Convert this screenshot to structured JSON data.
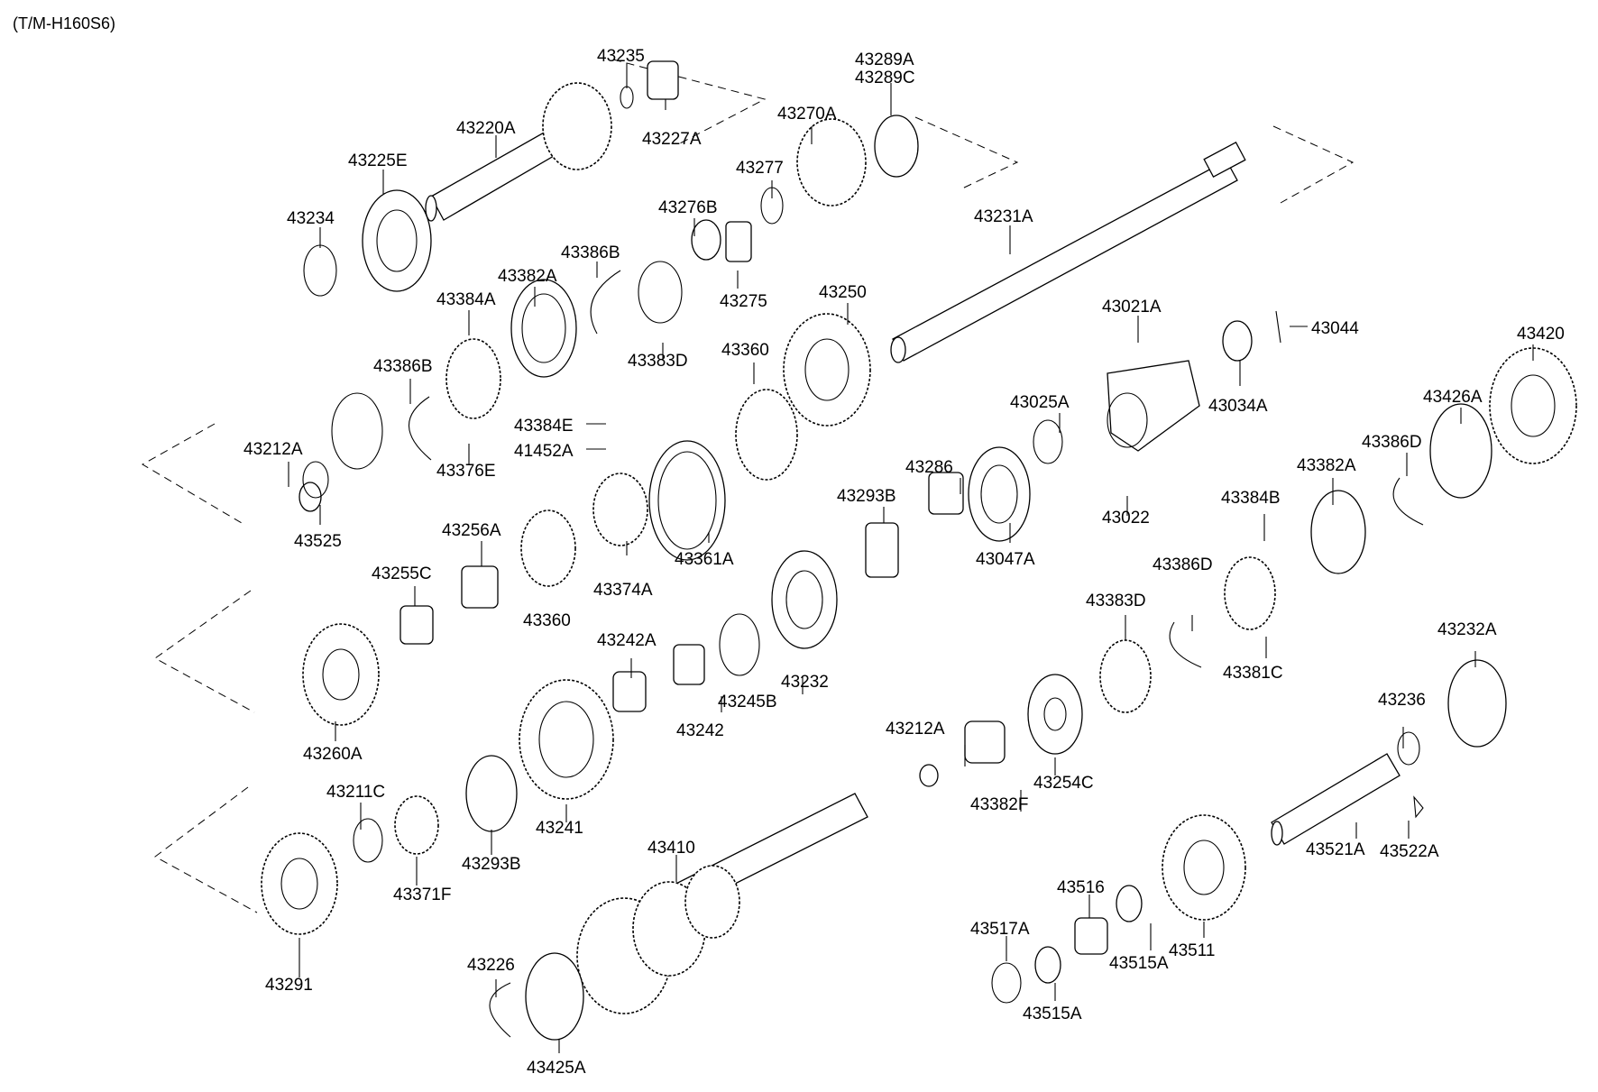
{
  "title": "(T/M-H160S6)",
  "parts": [
    "43235",
    "43289A",
    "43289C",
    "43227A",
    "43220A",
    "43270A",
    "43225E",
    "43277",
    "43276B",
    "43234",
    "43231A",
    "43386B",
    "43382A",
    "43275",
    "43384A",
    "43250",
    "43021A",
    "43044",
    "43383D",
    "43386B",
    "43360",
    "43420",
    "43034A",
    "43025A",
    "43426A",
    "43384E",
    "43212A",
    "43376E",
    "41452A",
    "43386D",
    "43286",
    "43382A",
    "43293B",
    "43525",
    "43256A",
    "43047A",
    "43022",
    "43384B",
    "43361A",
    "43374A",
    "43255C",
    "43386D",
    "43360",
    "43383D",
    "43232A",
    "43242A",
    "43381C",
    "43232",
    "43245B",
    "43236",
    "43242",
    "43212A",
    "43260A",
    "43254C",
    "43211C",
    "43382F",
    "43241",
    "43521A",
    "43522A",
    "43410",
    "43293B",
    "43371F",
    "43516",
    "43517A",
    "43511",
    "43226",
    "43515A",
    "43291",
    "43515A",
    "43425A"
  ]
}
